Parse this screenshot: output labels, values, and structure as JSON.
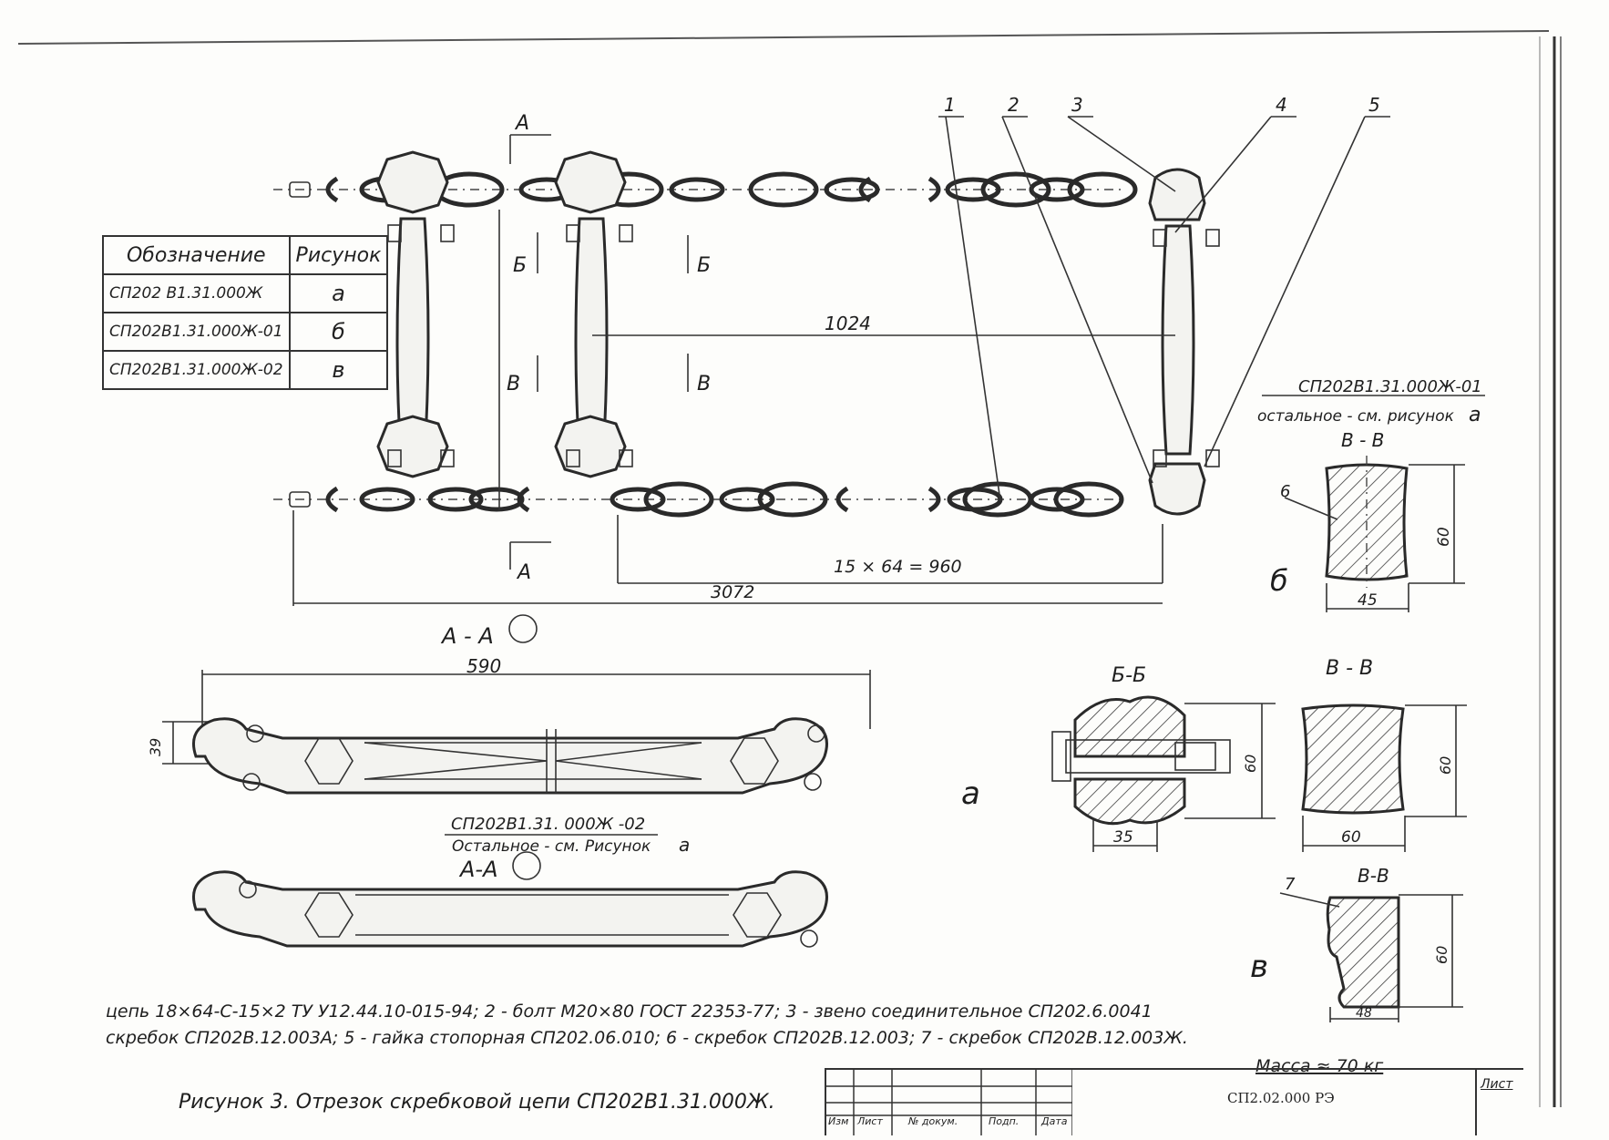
{
  "table": {
    "header_designation": "Обозначение",
    "header_figure": "Рисунок",
    "rows": [
      {
        "designation": "СП202 В1.31.000Ж",
        "figure": "а"
      },
      {
        "designation": "СП202В1.31.000Ж-01",
        "figure": "б"
      },
      {
        "designation": "СП202В1.31.000Ж-02",
        "figure": "в"
      }
    ]
  },
  "main_view": {
    "section_A": "А",
    "section_B_cut": "Б",
    "section_V_cut": "В",
    "dim_pitch": "1024",
    "dim_links": "15 × 64 = 960",
    "dim_length": "3072",
    "callouts": [
      "1",
      "2",
      "3",
      "4",
      "5"
    ]
  },
  "variant_b": {
    "note_code": "СП202В1.31.000Ж-01",
    "note_text": "остальное - см. рисунок",
    "note_fig": "а",
    "section_title": "В - В",
    "callout": "6",
    "dim_height": "60",
    "dim_width": "45",
    "letter": "б"
  },
  "section_AA": {
    "title": "А - А",
    "dim_length": "590",
    "dim_height": "39"
  },
  "variant_a": {
    "letter": "а",
    "section_BB_title": "Б-Б",
    "bb_dim_height": "60",
    "bb_dim_width": "35",
    "section_VV_title": "В - В",
    "vv_dim_height": "60",
    "vv_dim_width": "60"
  },
  "variant_v": {
    "note_code": "СП202В1.31. 000Ж -02",
    "note_text": "Остальное - см. Рисунок",
    "note_fig": "а",
    "section_title": "А-А",
    "vv_title": "В-В",
    "callout": "7",
    "dim_height": "60",
    "dim_width": "48",
    "letter": "в"
  },
  "legend": {
    "line1": "цепь 18×64-С-15×2 ТУ У12.44.10-015-94; 2 - болт М20×80 ГОСТ 22353-77; 3 - звено соединительное СП202.6.0041",
    "line2": "скребок СП202В.12.003А; 5 - гайка стопорная СП202.06.010; 6 - скребок СП202В.12.003; 7 - скребок СП202В.12.003Ж.",
    "mass": "Масса ≈ 70 кг",
    "caption": "Рисунок 3. Отрезок скребковой цепи СП202В1.31.000Ж."
  },
  "title_block": {
    "sheet_code": "СП2.02.000 РЭ",
    "sheet_label": "Лист",
    "col_heads": [
      "Изм",
      "Лист",
      "№ докум.",
      "Подп.",
      "Дата"
    ]
  }
}
